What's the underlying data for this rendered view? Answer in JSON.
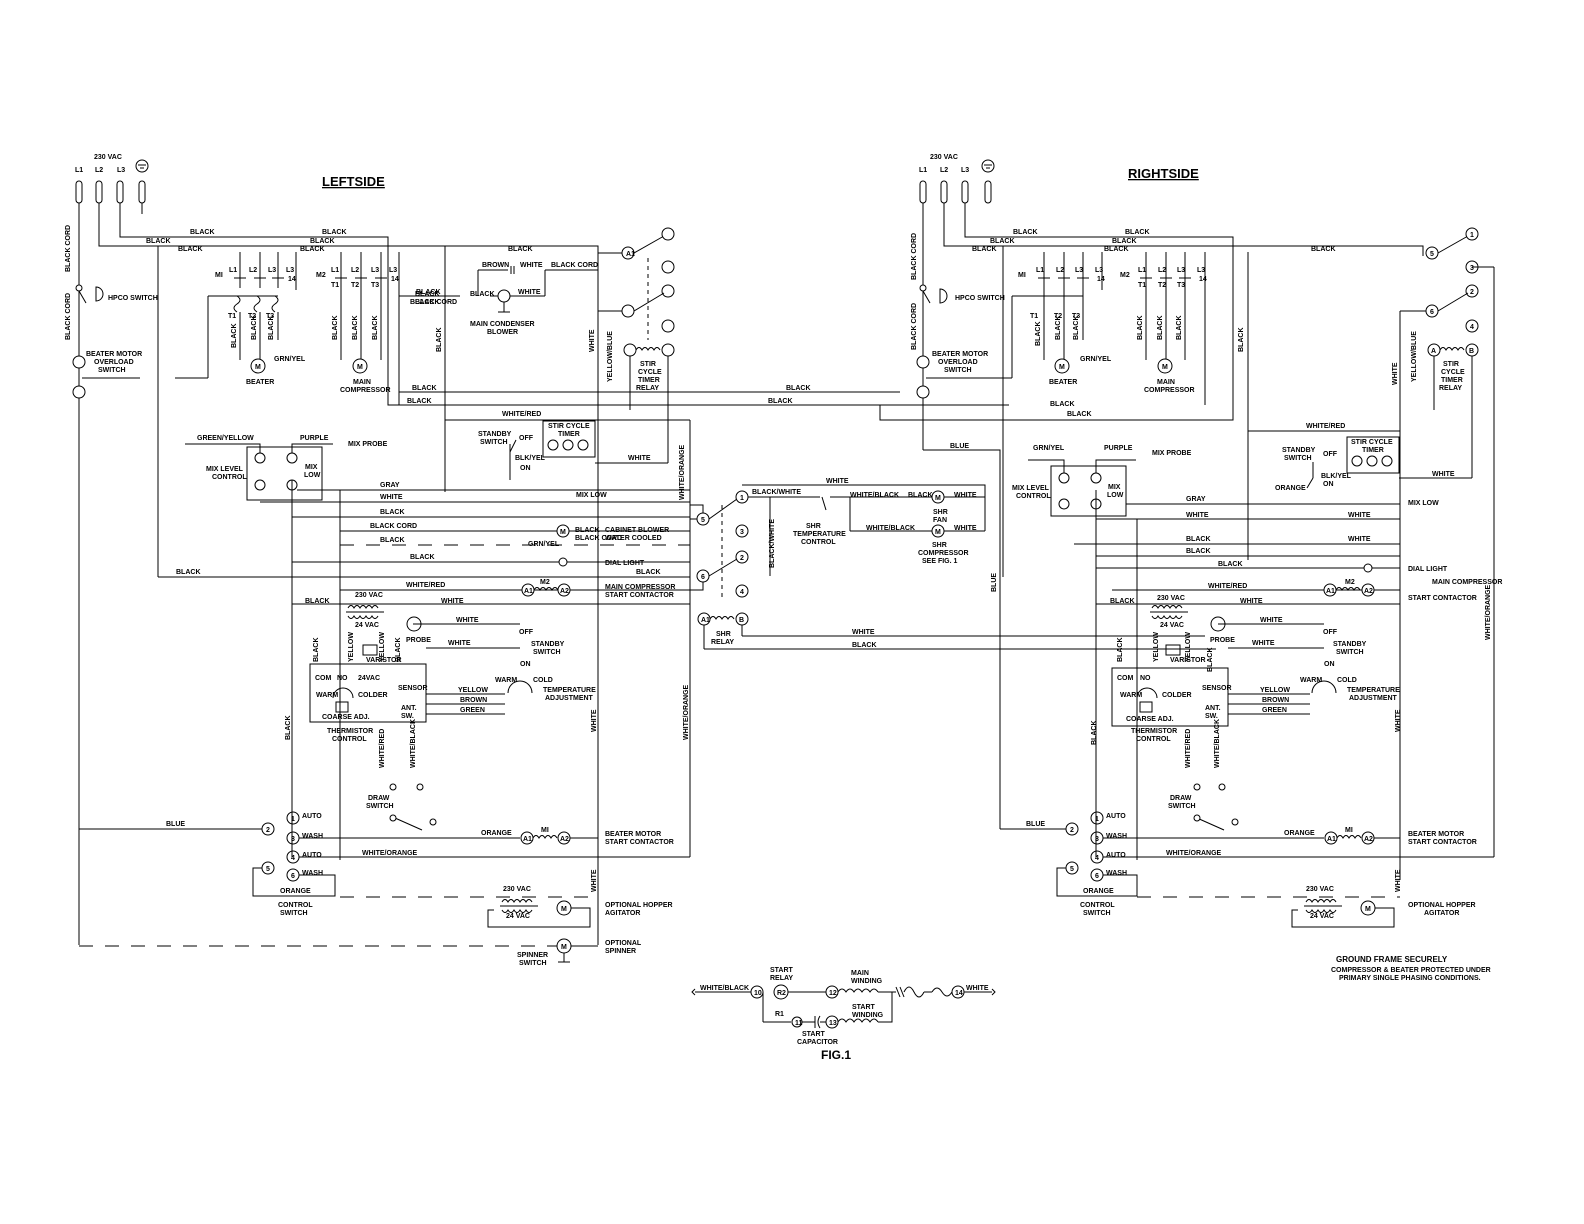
{
  "titles": {
    "left": "LEFTSIDE",
    "right": "RIGHTSIDE",
    "fig": "FIG.1",
    "ground": "GROUND FRAME SECURELY",
    "ground_sub1": "COMPRESSOR & BEATER PROTECTED UNDER",
    "ground_sub2": "PRIMARY SINGLE PHASING CONDITIONS."
  },
  "supply": {
    "voltage": "230 VAC",
    "l1": "L1",
    "l2": "L2",
    "l3": "L3"
  },
  "components": {
    "hpco": "HPCO SWITCH",
    "beater_overload": [
      "BEATER MOTOR",
      "OVERLOAD",
      "SWITCH"
    ],
    "m1": "MI",
    "m2": "M2",
    "beater": "BEATER",
    "main_compressor": [
      "MAIN",
      "COMPRESSOR"
    ],
    "main_condenser": [
      "MAIN CONDENSER",
      "BLOWER"
    ],
    "stir_relay": [
      "STIR",
      "CYCLE",
      "TIMER",
      "RELAY"
    ],
    "stir_timer": [
      "STIR CYCLE",
      "TIMER"
    ],
    "standby_switch": [
      "STANDBY",
      "SWITCH"
    ],
    "mix_level": [
      "MIX LEVEL",
      "CONTROL"
    ],
    "mix_probe": "MIX PROBE",
    "mix_low": "MIX LOW",
    "mix_low_box": [
      "MIX",
      "LOW"
    ],
    "cabinet_blower": [
      "CABINET BLOWER",
      "WATER COOLED"
    ],
    "dial_light": "DIAL LIGHT",
    "main_comp_contactor": [
      "MAIN COMPRESSOR",
      "START CONTACTOR"
    ],
    "beater_contactor": [
      "BEATER MOTOR",
      "START CONTACTOR"
    ],
    "thermistor": [
      "THERMISTOR",
      "CONTROL"
    ],
    "probe": "PROBE",
    "varistor": "VARISTOR",
    "temp_adj": [
      "TEMPERATURE",
      "ADJUSTMENT"
    ],
    "draw_switch": [
      "DRAW",
      "SWITCH"
    ],
    "control_switch": [
      "CONTROL",
      "SWITCH"
    ],
    "hopper": [
      "OPTIONAL HOPPER",
      "AGITATOR"
    ],
    "spinner": [
      "OPTIONAL",
      "SPINNER"
    ],
    "spinner_switch": [
      "SPINNER",
      "SWITCH"
    ],
    "shr_temp": [
      "SHR",
      "TEMPERATURE",
      "CONTROL"
    ],
    "shr_fan": [
      "SHR",
      "FAN"
    ],
    "shr_comp": [
      "SHR",
      "COMPRESSOR",
      "SEE FIG. 1"
    ],
    "shr_relay": [
      "SHR",
      "RELAY"
    ],
    "start_relay": [
      "START",
      "RELAY"
    ],
    "main_winding": [
      "MAIN",
      "WINDING"
    ],
    "start_winding": [
      "START",
      "WINDING"
    ],
    "start_capacitor": [
      "START",
      "CAPACITOR"
    ]
  },
  "terms": {
    "t1": "T1",
    "t2": "T2",
    "t3": "T3",
    "l1": "L1",
    "l2": "L2",
    "l3": "L3",
    "t4": "14",
    "com": "COM",
    "no": "NO",
    "vac24": "24VAC",
    "sensor": "SENSOR",
    "warm": "WARM",
    "colder": "COLDER",
    "cold": "COLD",
    "coarse": "COARSE ADJ.",
    "ant_sw": [
      "ANT.",
      "SW."
    ],
    "auto": "AUTO",
    "wash": "WASH",
    "off": "OFF",
    "on": "ON",
    "v24": "24 VAC",
    "m": "M",
    "a1": "A1",
    "a2": "A2",
    "r1": "R1",
    "r2": "R2"
  },
  "wires": {
    "black": "BLACK",
    "white": "WHITE",
    "blue": "BLUE",
    "gray": "GRAY",
    "orange": "ORANGE",
    "yellow": "YELLOW",
    "brown": "BROWN",
    "green": "GREEN",
    "purple": "PURPLE",
    "black_cord": "BLACK CORD",
    "white_red": "WHITE/RED",
    "white_black": "WHITE/BLACK",
    "white_orange": "WHITE/ORANGE",
    "black_white": "BLACK/WHITE",
    "blk_yel": "BLK/YEL",
    "grn_yel": "GRN/YEL",
    "green_yellow": "GREEN/YELLOW",
    "yellow_blue": "YELLOW/BLUE"
  }
}
